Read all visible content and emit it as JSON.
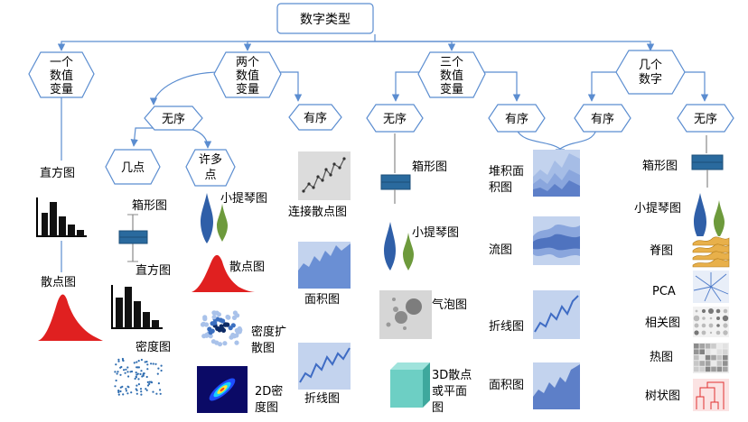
{
  "nodes": {
    "root": "数字类型",
    "one_var": [
      "一个",
      "数值",
      "变量"
    ],
    "two_var": [
      "两个",
      "数值",
      "变量"
    ],
    "three_var": [
      "三个",
      "数值",
      "变量"
    ],
    "several": [
      "几个",
      "数字"
    ],
    "unordered": "无序",
    "ordered": "有序",
    "few_points": "几点",
    "many_points": [
      "许多",
      "点"
    ]
  },
  "charts": {
    "histogram": "直方图",
    "scatter": "散点图",
    "boxplot": "箱形图",
    "density": "密度图",
    "violin": "小提琴图",
    "density_scatter": [
      "密度扩",
      "散图"
    ],
    "density_2d": [
      "2D密",
      "度图"
    ],
    "connected_scatter": "连接散点图",
    "area": "面积图",
    "line": "折线图",
    "bubble": "气泡图",
    "scatter_3d": [
      "3D散点",
      "或平面",
      "图"
    ],
    "stacked_area": [
      "堆积面",
      "积图"
    ],
    "stream": "流图",
    "ridge": "脊图",
    "pca": "PCA",
    "correlogram": "相关图",
    "heatmap": "热图",
    "dendrogram": "树状图"
  },
  "colors": {
    "line": "#5b8dd0",
    "box": "#2a6a9e",
    "violin_blue": "#2f5fa8",
    "violin_green": "#6d9a3c",
    "density_red": "#e02020",
    "area_blue": "#6a8fd4",
    "area_bg": "#c3d3ee"
  }
}
